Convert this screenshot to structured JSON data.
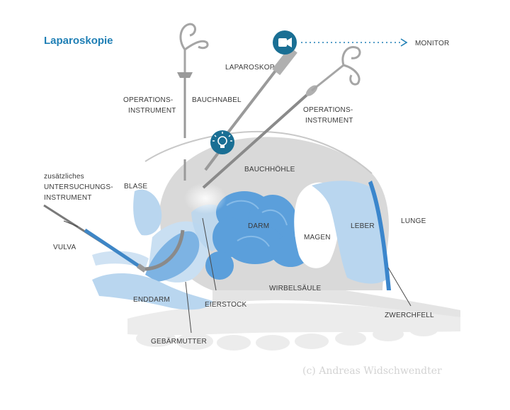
{
  "title": "Laparoskopie",
  "labels": {
    "monitor": "MONITOR",
    "laparoskop": "LAPAROSKOP",
    "op_instrument_left": [
      "OPERATIONS-",
      "INSTRUMENT"
    ],
    "bauchnabel": "BAUCHNABEL",
    "op_instrument_right": [
      "OPERATIONS-",
      "INSTRUMENT"
    ],
    "bauchhoehle": "BAUCHHÖHLE",
    "zusatz_instrument": [
      "zusätzliches",
      "UNTERSUCHUNGS-",
      "INSTRUMENT"
    ],
    "blase": "BLASE",
    "vulva": "VULVA",
    "darm": "DARM",
    "magen": "MAGEN",
    "leber": "LEBER",
    "lunge": "LUNGE",
    "wirbelsaeule": "WIRBELSÄULE",
    "enddarm": "ENDDARM",
    "eierstock": "EIERSTOCK",
    "zwerchfell": "ZWERCHFELL",
    "gebaermutter": "GEBÄRMUTTER"
  },
  "copyright": "(c) Andreas Widschwendter",
  "icons": {
    "camera": "video-camera-icon",
    "light": "light-bulb-icon"
  },
  "colors": {
    "accent": "#1f7fb5",
    "icon_bg": "#1a6f94",
    "organ_blue": "#5b9fdb",
    "organ_light": "#b9d6ef",
    "cavity_gray": "#d9d9d9",
    "instrument": "#8a8a8a"
  }
}
